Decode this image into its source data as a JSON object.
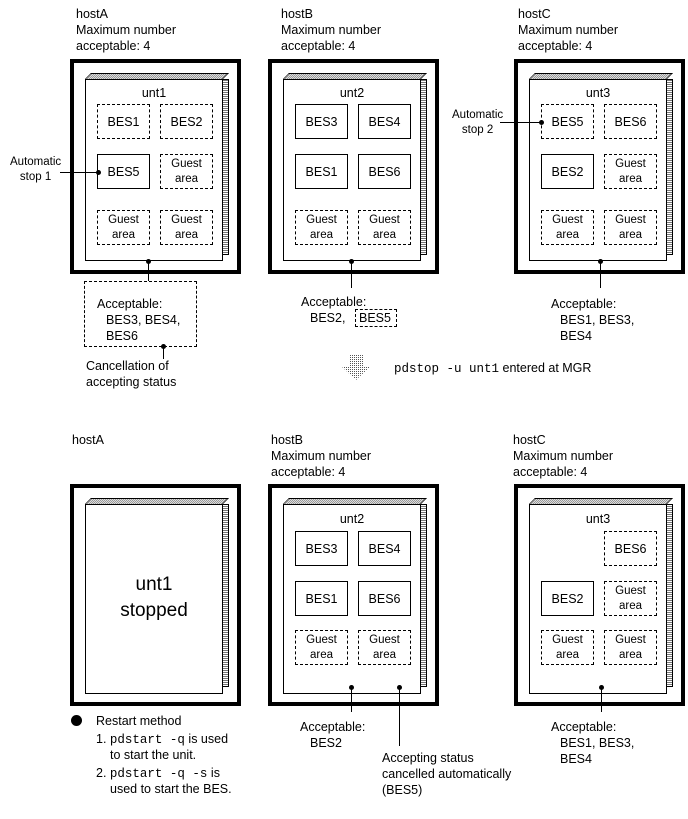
{
  "top": {
    "hostA": {
      "name": "hostA",
      "max_line1": "Maximum number",
      "max_line2": "acceptable: 4",
      "unit": "unt1",
      "bes": [
        "BES1",
        "BES2",
        "BES5"
      ],
      "guest": "Guest",
      "area": "area"
    },
    "hostB": {
      "name": "hostB",
      "max_line1": "Maximum number",
      "max_line2": "acceptable: 4",
      "unit": "unt2",
      "bes": [
        "BES3",
        "BES4",
        "BES1",
        "BES6"
      ],
      "guest": "Guest",
      "area": "area"
    },
    "hostC": {
      "name": "hostC",
      "max_line1": "Maximum number",
      "max_line2": "acceptable: 4",
      "unit": "unt3",
      "bes": [
        "BES5",
        "BES6",
        "BES2"
      ],
      "guest": "Guest",
      "area": "area"
    },
    "auto_stop1": [
      "Automatic",
      "stop 1"
    ],
    "auto_stop2": [
      "Automatic",
      "stop 2"
    ],
    "accA": [
      "Acceptable:",
      "BES3, BES4,",
      "BES6"
    ],
    "accB_1": "Acceptable:",
    "accB_2": "BES2,",
    "accB_3": "BES5",
    "accC": [
      "Acceptable:",
      "BES1, BES3,",
      "BES4"
    ],
    "cancel": [
      "Cancellation of",
      "accepting status"
    ],
    "command": "pdstop -u unt1",
    "command_suffix": " entered at MGR"
  },
  "bottom": {
    "hostA": {
      "name": "hostA",
      "unit_line1": "unt1",
      "unit_line2": "stopped"
    },
    "hostB": {
      "name": "hostB",
      "max_line1": "Maximum number",
      "max_line2": "acceptable: 4",
      "unit": "unt2",
      "bes": [
        "BES3",
        "BES4",
        "BES1",
        "BES6"
      ],
      "guest": "Guest",
      "area": "area"
    },
    "hostC": {
      "name": "hostC",
      "max_line1": "Maximum number",
      "max_line2": "acceptable: 4",
      "unit": "unt3",
      "bes": [
        "BES6",
        "BES2"
      ],
      "guest": "Guest",
      "area": "area"
    },
    "restart_title": "Restart method",
    "restart1_num": "1.",
    "restart1_cmd": "pdstart -q",
    "restart1_suffix": " is used",
    "restart1_line2": "to start the unit.",
    "restart2_num": "2.",
    "restart2_cmd": "pdstart -q -s",
    "restart2_suffix": " is",
    "restart2_line2": "used to start the BES.",
    "accB": [
      "Acceptable:",
      "BES2"
    ],
    "auto_cancel": [
      "Accepting status",
      "cancelled automatically",
      "(BES5)"
    ],
    "accC": [
      "Acceptable:",
      "BES1, BES3,",
      "BES4"
    ]
  }
}
